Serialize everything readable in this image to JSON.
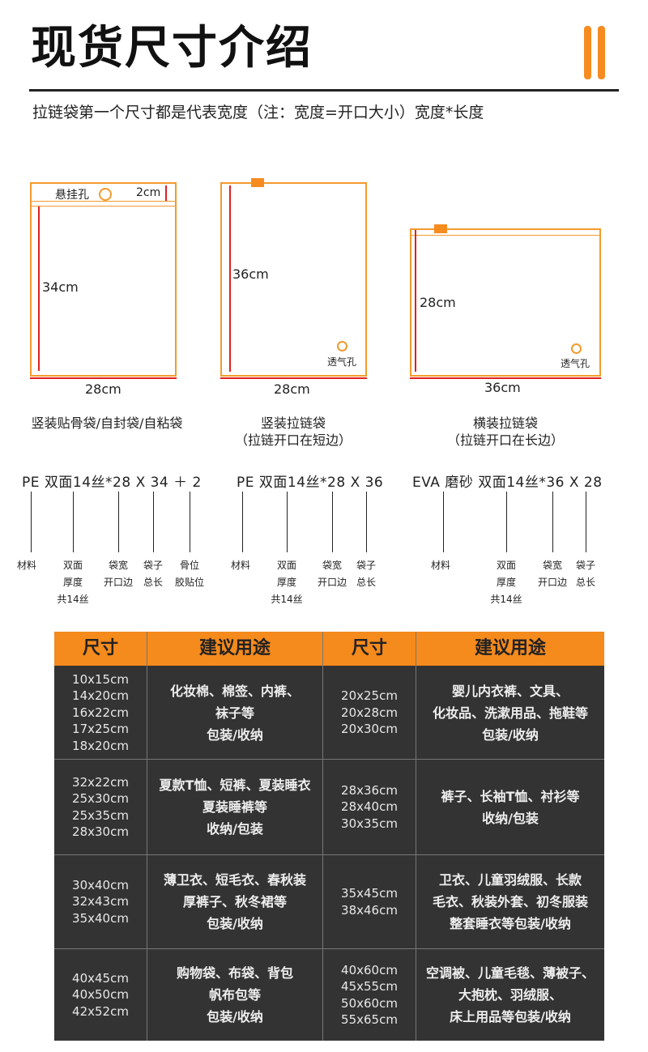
{
  "header": {
    "title": "现货尺寸介绍",
    "subtitle": "拉链袋第一个尺寸都是代表宽度（注：宽度=开口大小）宽度*长度"
  },
  "bags": [
    {
      "hole_label": "悬挂孔",
      "strip_label": "2cm",
      "height_label": "34cm",
      "width_label": "28cm",
      "caption": [
        "竖装贴骨袋/自封袋/自粘袋"
      ]
    },
    {
      "vent_label": "透气孔",
      "height_label": "36cm",
      "width_label": "28cm",
      "caption": [
        "竖装拉链袋",
        "（拉链开口在短边）"
      ]
    },
    {
      "vent_label": "透气孔",
      "height_label": "28cm",
      "width_label": "36cm",
      "caption": [
        "横装拉链袋",
        "（拉链开口在长边）"
      ]
    }
  ],
  "specs": [
    {
      "text": "PE 双面14丝*28 X 34 ＋ 2",
      "labels": [
        [
          "材料"
        ],
        [
          "双面",
          "厚度",
          "共14丝"
        ],
        [
          "袋宽",
          "开口边"
        ],
        [
          "袋子",
          "总长"
        ],
        [
          "骨位",
          "胶贴位"
        ]
      ]
    },
    {
      "text": "PE 双面14丝*28 X 36",
      "labels": [
        [
          "材料"
        ],
        [
          "双面",
          "厚度",
          "共14丝"
        ],
        [
          "袋宽",
          "开口边"
        ],
        [
          "袋子",
          "总长"
        ]
      ]
    },
    {
      "text": "EVA 磨砂 双面14丝*36 X 28",
      "labels": [
        [
          "材料"
        ],
        [
          "双面",
          "厚度",
          "共14丝"
        ],
        [
          "袋宽",
          "开口边"
        ],
        [
          "袋子",
          "总长"
        ]
      ]
    }
  ],
  "table": {
    "headers": [
      "尺寸",
      "建议用途",
      "尺寸",
      "建议用途"
    ],
    "rows": [
      {
        "size_left": [
          "10x15cm",
          "14x20cm",
          "16x22cm",
          "17x25cm",
          "18x20cm"
        ],
        "use_left": [
          "化妆棉、棉签、内裤、",
          "袜子等",
          "包装/收纳"
        ],
        "size_right": [
          "20x25cm",
          "20x28cm",
          "20x30cm"
        ],
        "use_right": [
          "婴儿内衣裤、文具、",
          "化妆品、洗漱用品、拖鞋等",
          "包装/收纳"
        ]
      },
      {
        "size_left": [
          "32x22cm",
          "25x30cm",
          "25x35cm",
          "28x30cm"
        ],
        "use_left": [
          "夏款T恤、短裤、夏装睡衣",
          "夏装睡裤等",
          "收纳/包装"
        ],
        "size_right": [
          "28x36cm",
          "28x40cm",
          "30x35cm"
        ],
        "use_right": [
          "裤子、长袖T恤、衬衫等",
          "收纳/包装"
        ]
      },
      {
        "size_left": [
          "30x40cm",
          "32x43cm",
          "35x40cm"
        ],
        "use_left": [
          "薄卫衣、短毛衣、春秋装",
          "厚裤子、秋冬裙等",
          "包装/收纳"
        ],
        "size_right": [
          "35x45cm",
          "38x46cm"
        ],
        "use_right": [
          "卫衣、儿童羽绒服、长款",
          "毛衣、秋装外套、初冬服装",
          "整套睡衣等包装/收纳"
        ]
      },
      {
        "size_left": [
          "40x45cm",
          "40x50cm",
          "42x52cm"
        ],
        "use_left": [
          "购物袋、布袋、背包",
          "帆布包等",
          "包装/收纳"
        ],
        "size_right": [
          "40x60cm",
          "45x55cm",
          "50x60cm",
          "55x65cm"
        ],
        "use_right": [
          "空调被、儿童毛毯、薄被子、",
          "大抱枕、羽绒服、",
          "床上用品等包装/收纳"
        ]
      }
    ]
  },
  "colors": {
    "accent": "#f68b1f",
    "red_line": "#e02020",
    "table_bg": "#333333",
    "table_header": "#f58a1d"
  }
}
